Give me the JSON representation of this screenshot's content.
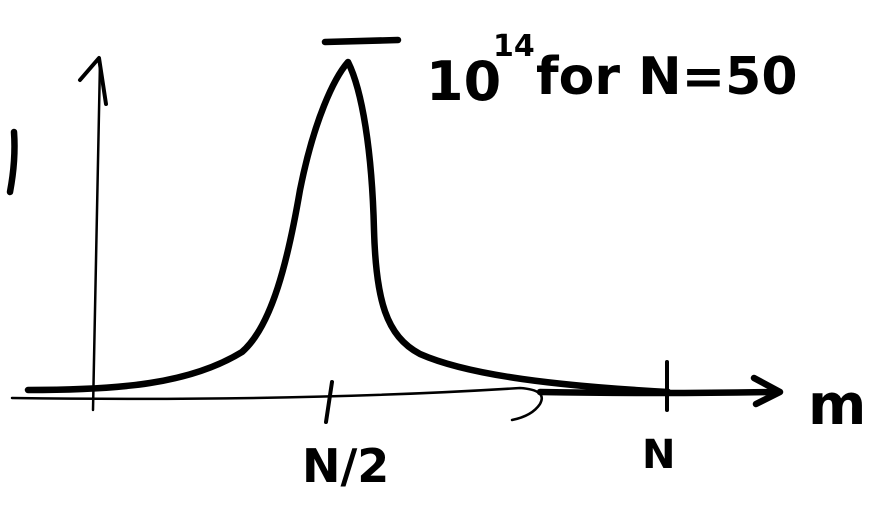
{
  "annotation": {
    "peak_value": "10",
    "peak_exponent": "14",
    "condition": "for N=50"
  },
  "axes": {
    "x_label": "m",
    "tick_mid": "N/2",
    "tick_end": "N"
  },
  "colors": {
    "ink": "#000000",
    "paper": "#ffffff"
  }
}
